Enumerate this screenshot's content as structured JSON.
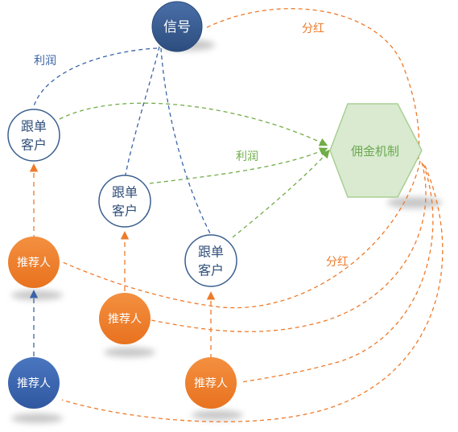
{
  "colors": {
    "blue_dark": "#3a64a7",
    "orange": "#ee7a2a",
    "green": "#70ad47",
    "hex_fill": "#d9ead0",
    "outline": "#2f4e78"
  },
  "nodes": {
    "signal": "信号",
    "follower": [
      "跟单",
      "客户"
    ],
    "referrer": "推荐人",
    "commission": "佣金机制"
  },
  "edge_labels": {
    "profit_blue": "利润",
    "profit_green": "利润",
    "dividend_top": "分红",
    "dividend_mid": "分红"
  }
}
